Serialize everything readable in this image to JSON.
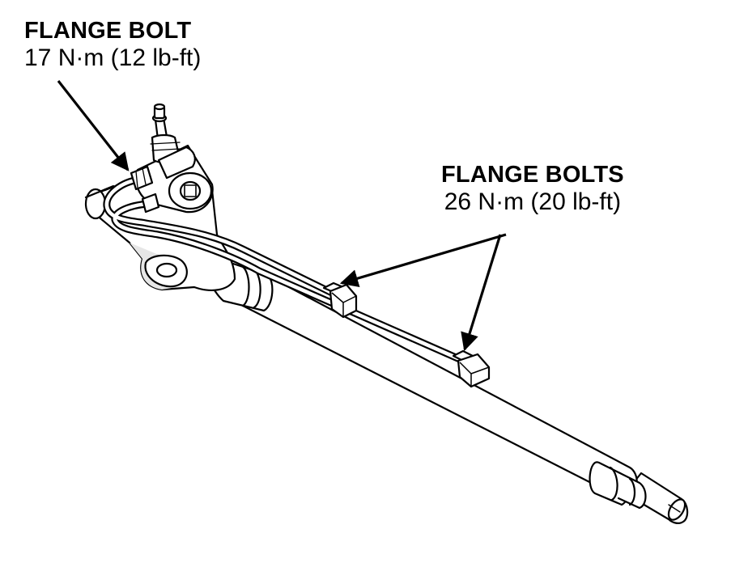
{
  "callouts": [
    {
      "title": "FLANGE BOLT",
      "spec": "17 N·m (12 lb-ft)"
    },
    {
      "title": "FLANGE BOLTS",
      "spec": "26 N·m (20 lb-ft)"
    }
  ],
  "colors": {
    "line": "#000000",
    "fill": "#ffffff",
    "shade": "#e6e6e6"
  }
}
